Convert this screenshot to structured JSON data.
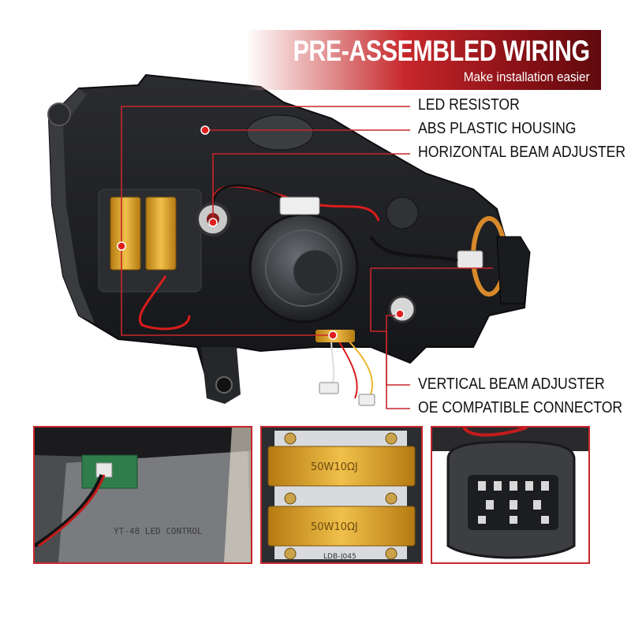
{
  "banner": {
    "title": "PRE-ASSEMBLED WIRING",
    "subtitle": "Make installation easier"
  },
  "callouts": [
    {
      "label": "LED RESISTOR"
    },
    {
      "label": "ABS PLASTIC HOUSING"
    },
    {
      "label": "HORIZONTAL BEAM ADJUSTER"
    },
    {
      "label": "VERTICAL BEAM ADJUSTER"
    },
    {
      "label": "OE COMPATIBLE CONNECTOR"
    }
  ],
  "insets": {
    "control_module_text": "YT-48 LED CONTROL",
    "resistor_1_text": "50W10ΩJ",
    "resistor_2_text": "50W10ΩJ",
    "board_text": "LDB-J045"
  },
  "colors": {
    "accent_red": "#c8262c",
    "callout_dot": "#e01e1e",
    "housing": "#1e1f22",
    "resistor_gold": "#d9a12a"
  }
}
